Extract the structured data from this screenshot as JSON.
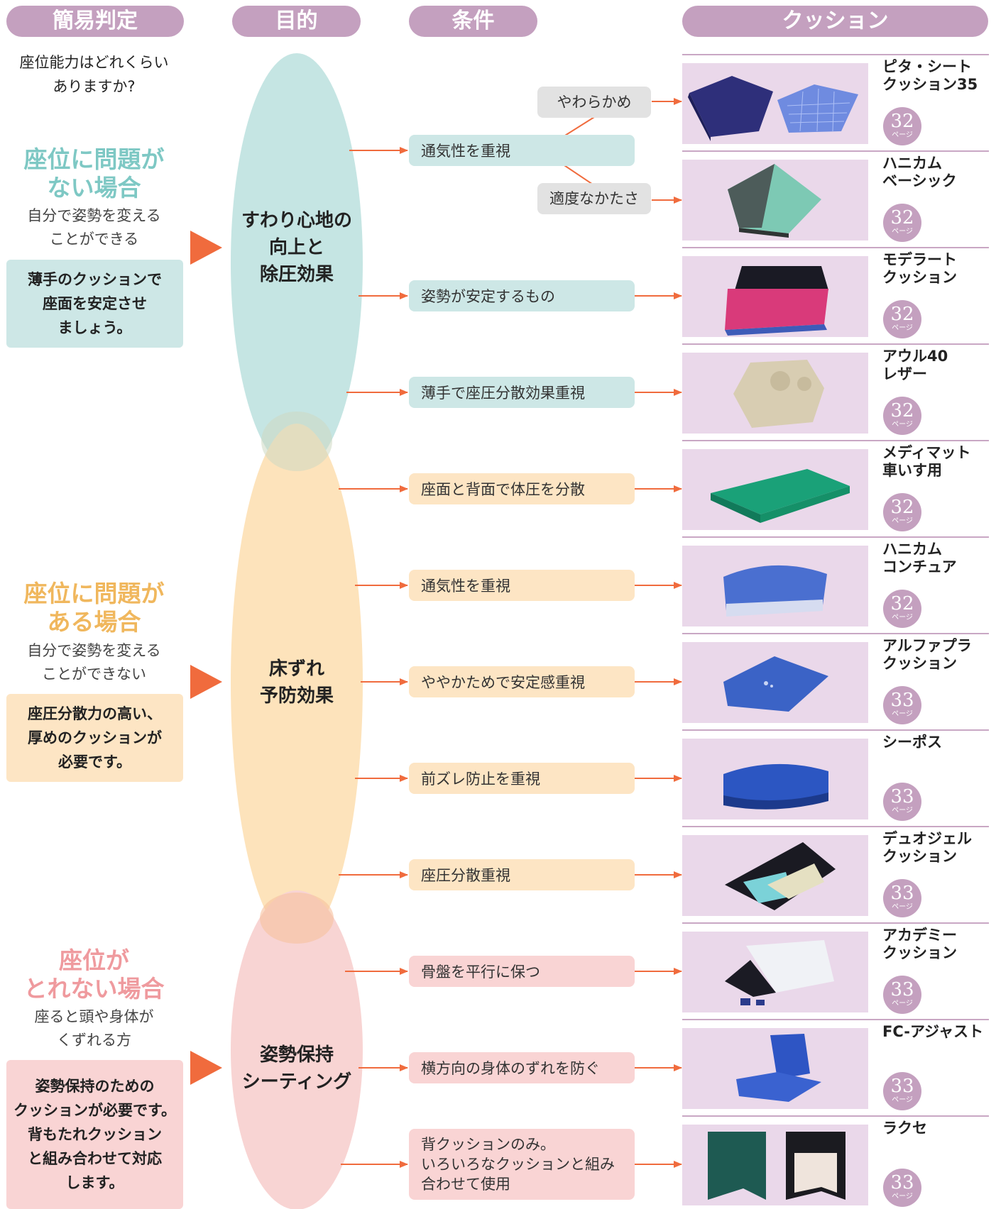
{
  "headers": {
    "judge": "簡易判定",
    "purpose": "目的",
    "condition": "条件",
    "cushion": "クッション"
  },
  "question": [
    "座位能力はどれくらい",
    "ありますか?"
  ],
  "cases": [
    {
      "title": [
        "座位に問題が",
        "ない場合"
      ],
      "desc": [
        "自分で姿勢を変える",
        "ことができる"
      ],
      "advice": [
        "薄手のクッションで",
        "座面を安定させ",
        "ましょう。"
      ],
      "title_color": "#7ec8c4",
      "box_color": "#cde7e6"
    },
    {
      "title": [
        "座位に問題が",
        "ある場合"
      ],
      "desc": [
        "自分で姿勢を変える",
        "ことができない"
      ],
      "advice": [
        "座圧分散力の高い、",
        "厚めのクッションが",
        "必要です。"
      ],
      "title_color": "#f0b75d",
      "box_color": "#fde5c4"
    },
    {
      "title": [
        "座位が",
        "とれない場合"
      ],
      "desc": [
        "座ると頭や身体が",
        "くずれる方"
      ],
      "advice": [
        "姿勢保持のための",
        "クッションが必要です。",
        "背もたれクッション",
        "と組み合わせて対応",
        "します。"
      ],
      "title_color": "#ef9a9e",
      "box_color": "#f9d4d4"
    }
  ],
  "purposes": [
    {
      "lines": [
        "すわり心地の",
        "向上と",
        "除圧効果"
      ],
      "color": "#c5e5e3"
    },
    {
      "lines": [
        "床ずれ",
        "予防効果"
      ],
      "color": "#fde3bb"
    },
    {
      "lines": [
        "姿勢保持",
        "シーティング"
      ],
      "color": "#f8d4d3"
    }
  ],
  "sub_conditions": [
    "やわらかめ",
    "適度なかたさ"
  ],
  "conditions": [
    {
      "lines": [
        "通気性を重視"
      ],
      "group": "teal"
    },
    {
      "lines": [
        "姿勢が安定するもの"
      ],
      "group": "teal"
    },
    {
      "lines": [
        "薄手で座圧分散効果重視"
      ],
      "group": "teal"
    },
    {
      "lines": [
        "座面と背面で体圧を分散"
      ],
      "group": "orange"
    },
    {
      "lines": [
        "通気性を重視"
      ],
      "group": "orange"
    },
    {
      "lines": [
        "ややかためで安定感重視"
      ],
      "group": "orange"
    },
    {
      "lines": [
        "前ズレ防止を重視"
      ],
      "group": "orange"
    },
    {
      "lines": [
        "座圧分散重視"
      ],
      "group": "orange"
    },
    {
      "lines": [
        "骨盤を平行に保つ"
      ],
      "group": "pink"
    },
    {
      "lines": [
        "横方向の身体のずれを防ぐ"
      ],
      "group": "pink"
    },
    {
      "lines": [
        "背クッションのみ。",
        "いろいろなクッションと組み",
        "合わせて使用"
      ],
      "group": "pink"
    }
  ],
  "products": [
    {
      "name": [
        "ピタ・シート",
        "クッション35"
      ],
      "page": "32",
      "icon": "blue-gel-seat-cushion-image"
    },
    {
      "name": [
        "ハニカム",
        "ベーシック"
      ],
      "page": "32",
      "icon": "honeycomb-basic-cushion-image"
    },
    {
      "name": [
        "モデラート",
        "クッション"
      ],
      "page": "32",
      "icon": "moderato-cushion-image"
    },
    {
      "name": [
        "アウル40",
        "レザー"
      ],
      "page": "32",
      "icon": "owl-40-leather-cushion-image"
    },
    {
      "name": [
        "メディマット",
        "車いす用"
      ],
      "page": "32",
      "icon": "medimat-wheelchair-image"
    },
    {
      "name": [
        "ハニカム",
        "コンチュア"
      ],
      "page": "32",
      "icon": "honeycomb-contour-cushion-image"
    },
    {
      "name": [
        "アルファプラ",
        "クッション"
      ],
      "page": "33",
      "icon": "alpha-pla-cushion-image"
    },
    {
      "name": [
        "シーポス"
      ],
      "page": "33",
      "icon": "c-pos-cushion-image"
    },
    {
      "name": [
        "デュオジェル",
        "クッション"
      ],
      "page": "33",
      "icon": "duo-gel-cushion-image"
    },
    {
      "name": [
        "アカデミー",
        "クッション"
      ],
      "page": "33",
      "icon": "academy-cushion-image"
    },
    {
      "name": [
        "FC-アジャスト"
      ],
      "page": "33",
      "icon": "fc-adjust-cushion-image"
    },
    {
      "name": [
        "ラクセ"
      ],
      "page": "33",
      "icon": "rakuse-back-cushion-image"
    }
  ],
  "page_unit": "ページ",
  "colors": {
    "header": "#c4a0bf",
    "arrow": "#f06b3d",
    "product_bg": "#ead8ea",
    "sub_box": "#e2e2e2"
  }
}
